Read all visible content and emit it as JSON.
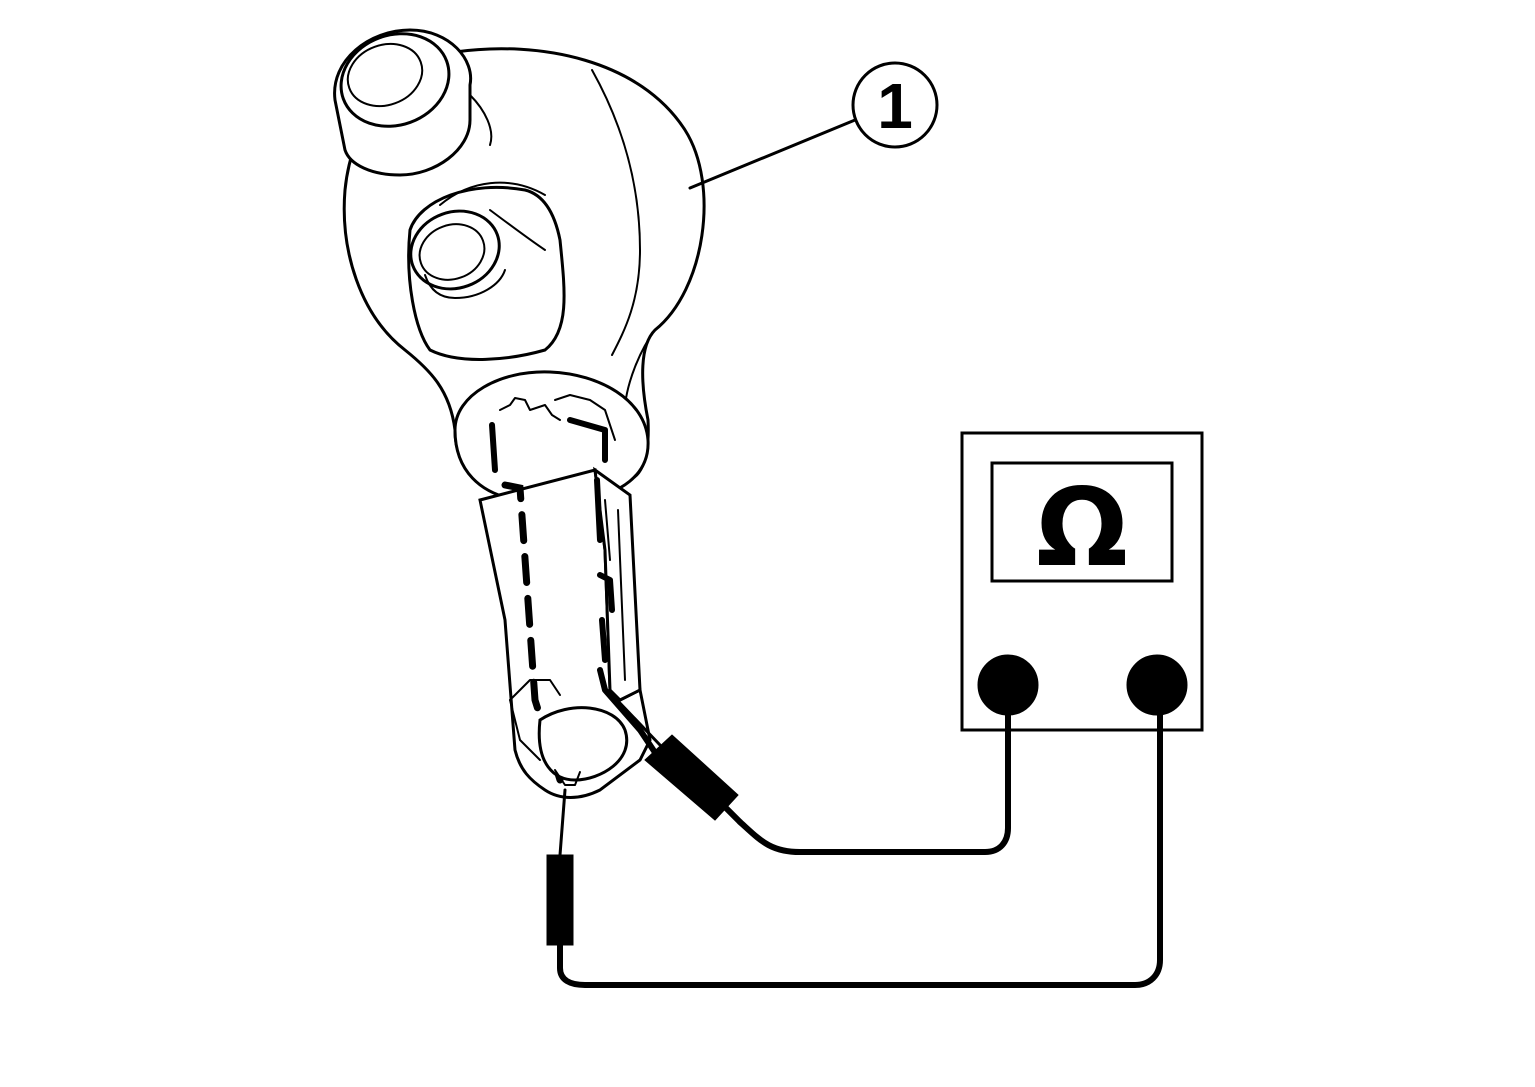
{
  "diagram": {
    "callouts": [
      {
        "label": "1",
        "target": "shift-knob"
      }
    ],
    "meter": {
      "display_symbol": "Ω",
      "terminal_count": 2
    },
    "icons": [
      "shift-knob-icon",
      "ohmmeter-icon",
      "test-probe-icon"
    ],
    "colors": {
      "line": "#000000",
      "background": "#ffffff"
    }
  }
}
